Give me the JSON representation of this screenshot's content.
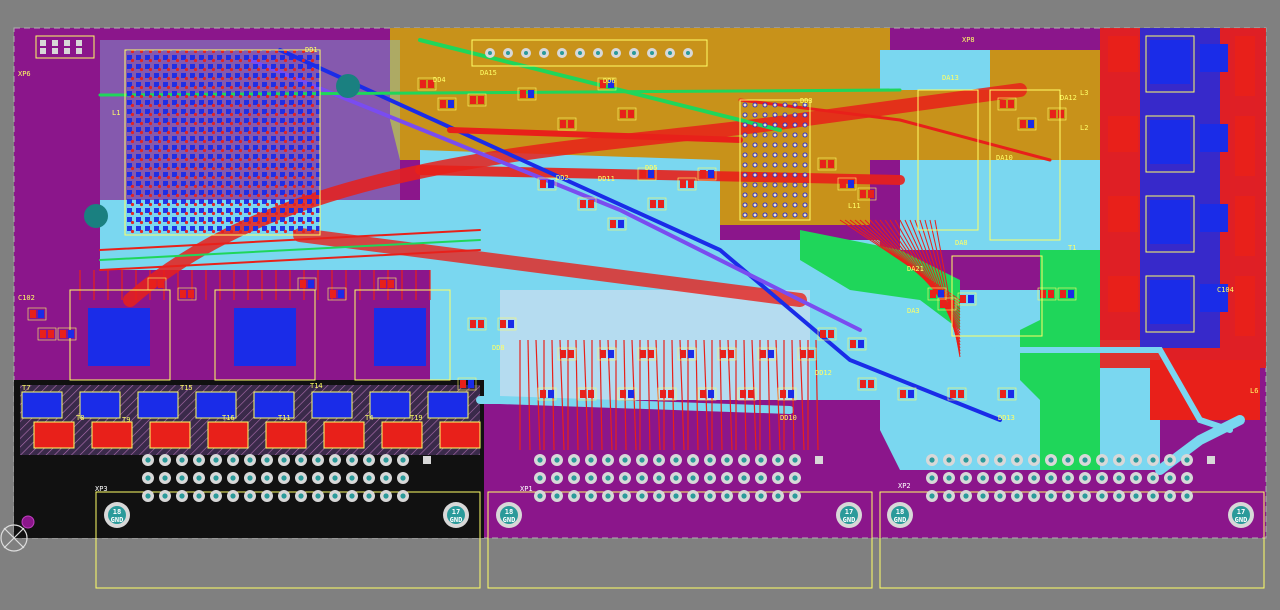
{
  "board": {
    "colors": {
      "background": "#808080",
      "board": "#8b168b",
      "copper_top": "#e8201a",
      "copper_bottom": "#1a2ce8",
      "plane_cyan": "#7ad7f0",
      "plane_orange": "#c8921a",
      "plane_green": "#1fd65a",
      "silk": "#ffff66",
      "pad": "#d8d8d8",
      "hole": "#2a9a9a"
    },
    "components": {
      "dd1": "DD1",
      "xp6": "XP6",
      "dd4": "DD4",
      "da15": "DA15",
      "dd6": "DD6",
      "dd3": "DD3",
      "dd5": "DD5",
      "dd2": "DD2",
      "dd11": "DD11",
      "l11": "L11",
      "da13": "DA13",
      "da12": "DA12",
      "l3": "L3",
      "da10": "DA10",
      "da8": "DA8",
      "t1": "T1",
      "da21": "DA21",
      "da3": "DA3",
      "c102": "C102",
      "t7": "T7",
      "t8": "T8",
      "t9": "T9",
      "t16": "T16",
      "t15": "T15",
      "t11": "T11",
      "t14": "T14",
      "t19": "T19",
      "t4": "T4",
      "dd8": "DD8",
      "dd12": "DD12",
      "dd13": "DD13",
      "l6": "L6",
      "dd10": "DD10",
      "xp3": "XP3",
      "xp1": "XP1",
      "xp2": "XP2",
      "xp8": "XP8",
      "l1": "L1",
      "l2": "L2",
      "c104": "C104"
    },
    "connector_labels": {
      "pin18_top": "18",
      "pin18_bottom": "GND",
      "pin17_top": "17",
      "pin17_bottom": "GND"
    },
    "tool_pointer": "crosshair-origin"
  }
}
